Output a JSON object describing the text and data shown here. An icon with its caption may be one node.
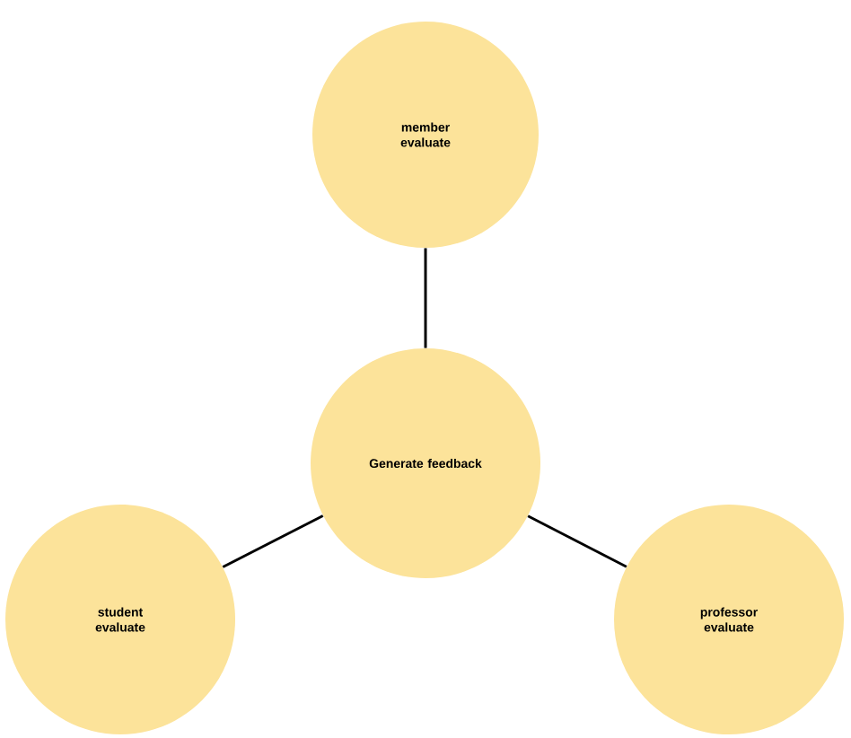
{
  "diagram": {
    "nodes": [
      {
        "text": [
          "member evaluate"
        ]
      },
      {
        "text": [
          "Generate feedback"
        ]
      },
      {
        "text": [
          "student evaluate"
        ]
      },
      {
        "text": [
          "professor evaluate"
        ]
      }
    ],
    "edges": [
      {
        "from": 1,
        "to": 0,
        "arrow": "none"
      },
      {
        "from": 1,
        "to": 2,
        "arrow": "none"
      },
      {
        "from": 1,
        "to": 3,
        "arrow": "none"
      }
    ]
  }
}
